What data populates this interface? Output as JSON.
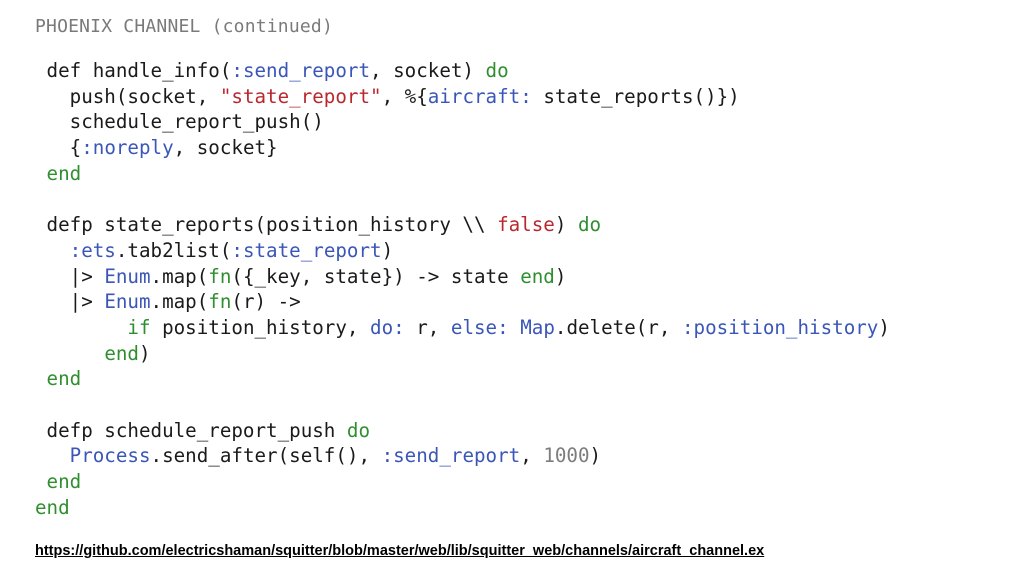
{
  "slide": {
    "title": "PHOENIX CHANNEL (continued)",
    "source_url": "https://github.com/electricshaman/squitter/blob/master/web/lib/squitter_web/channels/aircraft_channel.ex"
  },
  "colors": {
    "keyword": "#2f8f2f",
    "atom": "#3a56b8",
    "string": "#b8282d",
    "module": "#3a56b8",
    "number": "#7d7d7d",
    "text": "#1a1a1a"
  },
  "code": {
    "language": "elixir",
    "lines": [
      [
        [
          "d",
          " def "
        ],
        [
          "a",
          ":send_report"
        ]
      ],
      [],
      [],
      [],
      [],
      [],
      [],
      [],
      [],
      [],
      [],
      [],
      [],
      [],
      [],
      [],
      [],
      [],
      []
    ],
    "tokens": [
      [
        [
          "d",
          " def handle_info("
        ],
        [
          "a",
          ":send_report"
        ],
        [
          "d",
          ", socket) "
        ],
        [
          "k",
          "do"
        ]
      ],
      [
        [
          "d",
          "   push(socket, "
        ],
        [
          "s",
          "\"state_report\""
        ],
        [
          "d",
          ", %{"
        ],
        [
          "a",
          "aircraft:"
        ],
        [
          "d",
          " state_reports()})"
        ]
      ],
      [
        [
          "d",
          "   schedule_report_push()"
        ]
      ],
      [
        [
          "d",
          "   {"
        ],
        [
          "a",
          ":noreply"
        ],
        [
          "d",
          ", socket}"
        ]
      ],
      [
        [
          "k",
          " end"
        ]
      ],
      [
        [
          "d",
          ""
        ]
      ],
      [
        [
          "d",
          " defp state_reports(position_history \\\\ "
        ],
        [
          "s",
          "false"
        ],
        [
          "d",
          ") "
        ],
        [
          "k",
          "do"
        ]
      ],
      [
        [
          "d",
          "   "
        ],
        [
          "a",
          ":ets"
        ],
        [
          "d",
          ".tab2list("
        ],
        [
          "a",
          ":state_report"
        ],
        [
          "d",
          ")"
        ]
      ],
      [
        [
          "d",
          "   |> "
        ],
        [
          "m",
          "Enum"
        ],
        [
          "d",
          ".map("
        ],
        [
          "k",
          "fn"
        ],
        [
          "d",
          "({_key, state}) -> state "
        ],
        [
          "k",
          "end"
        ],
        [
          "d",
          ")"
        ]
      ],
      [
        [
          "d",
          "   |> "
        ],
        [
          "m",
          "Enum"
        ],
        [
          "d",
          ".map("
        ],
        [
          "k",
          "fn"
        ],
        [
          "d",
          "(r) ->"
        ]
      ],
      [
        [
          "d",
          "        "
        ],
        [
          "k",
          "if"
        ],
        [
          "d",
          " position_history, "
        ],
        [
          "a",
          "do:"
        ],
        [
          "d",
          " r, "
        ],
        [
          "a",
          "else:"
        ],
        [
          "d",
          " "
        ],
        [
          "m",
          "Map"
        ],
        [
          "d",
          ".delete(r, "
        ],
        [
          "a",
          ":position_history"
        ],
        [
          "d",
          ")"
        ]
      ],
      [
        [
          "d",
          "      "
        ],
        [
          "k",
          "end"
        ],
        [
          "d",
          ")"
        ]
      ],
      [
        [
          "k",
          " end"
        ]
      ],
      [
        [
          "d",
          ""
        ]
      ],
      [
        [
          "d",
          " defp schedule_report_push "
        ],
        [
          "k",
          "do"
        ]
      ],
      [
        [
          "d",
          "   "
        ],
        [
          "m",
          "Process"
        ],
        [
          "d",
          ".send_after(self(), "
        ],
        [
          "a",
          ":send_report"
        ],
        [
          "d",
          ", "
        ],
        [
          "n",
          "1000"
        ],
        [
          "d",
          ")"
        ]
      ],
      [
        [
          "k",
          " end"
        ]
      ],
      [
        [
          "k",
          "end"
        ]
      ]
    ]
  }
}
